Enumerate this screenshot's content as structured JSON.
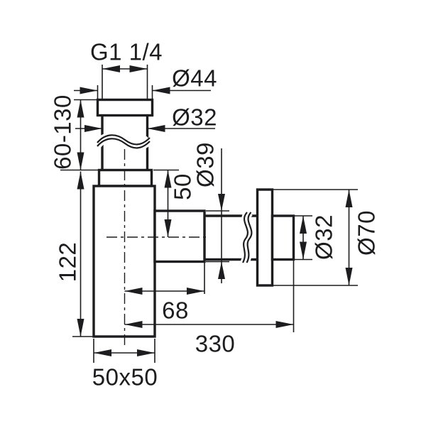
{
  "drawing": {
    "background_color": "#ffffff",
    "line_color": "#1d1d1f",
    "labels": {
      "thread_size": "G1 1/4",
      "inlet_nut_diameter": "Ø44",
      "inlet_pipe_diameter": "Ø32",
      "inlet_height_range": "60-130",
      "body_height": "122",
      "inlet_depth": "50",
      "outlet_nut_diameter": "Ø39",
      "outlet_pipe_diameter": "Ø32",
      "flange_diameter": "Ø70",
      "outlet_horizontal_offset": "68",
      "outlet_total_length": "330",
      "body_footprint": "50x50"
    }
  }
}
